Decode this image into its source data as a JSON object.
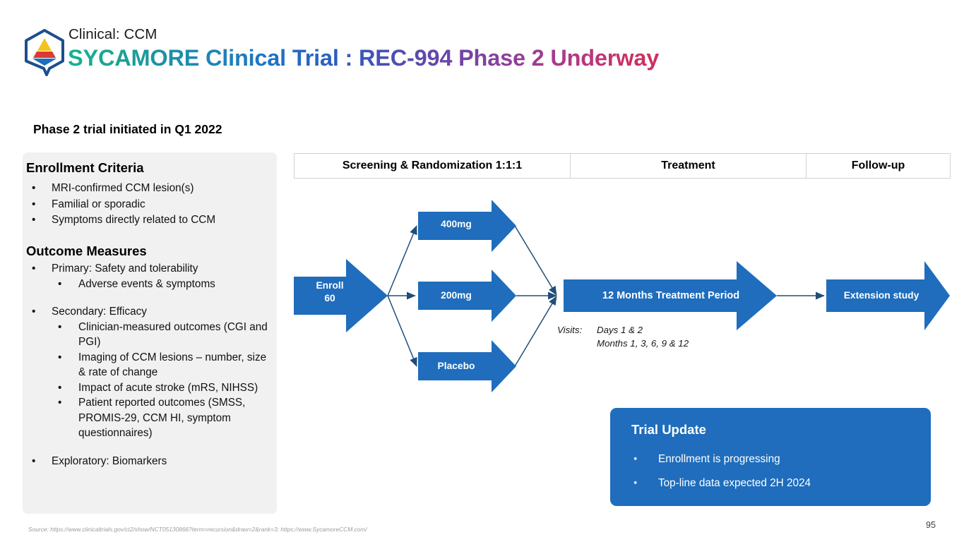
{
  "header": {
    "logo_icon": "sycamore-hexagon-pyramid-logo",
    "eyebrow": "Clinical: CCM",
    "headline": "SYCAMORE Clinical Trial : REC-994 Phase 2 Underway"
  },
  "subhead": "Phase 2 trial initiated in Q1 2022",
  "left_panel": {
    "enrollment": {
      "title": "Enrollment Criteria",
      "items": [
        "MRI-confirmed CCM lesion(s)",
        "Familial or sporadic",
        "Symptoms directly related to CCM"
      ]
    },
    "outcomes": {
      "title": "Outcome Measures",
      "primary": {
        "label": "Primary: Safety and tolerability",
        "sub": [
          "Adverse events & symptoms"
        ]
      },
      "secondary": {
        "label": "Secondary: Efficacy",
        "sub": [
          "Clinician-measured outcomes (CGI and PGI)",
          "Imaging of CCM lesions – number, size & rate of change",
          "Impact of acute stroke (mRS, NIHSS)",
          "Patient reported outcomes (SMSS, PROMIS-29, CCM HI, symptom questionnaires)"
        ]
      },
      "exploratory": {
        "label": "Exploratory: Biomarkers"
      }
    },
    "bullet_glyph": "•"
  },
  "phase_header": {
    "columns": [
      "Screening & Randomization 1:1:1",
      "Treatment",
      "Follow-up"
    ]
  },
  "flow": {
    "enroll": "Enroll\n60",
    "enroll_line1": "Enroll",
    "enroll_line2": "60",
    "arms": [
      "400mg",
      "200mg",
      "Placebo"
    ],
    "treatment": "12 Months Treatment Period",
    "extension": "Extension study",
    "visits": {
      "label": "Visits:",
      "lines": [
        "Days 1 & 2",
        "Months 1, 3, 6, 9 & 12"
      ]
    },
    "arrow_color": "#1f6dbc",
    "connector_color": "#1f4e79"
  },
  "trial_update": {
    "title": "Trial Update",
    "items": [
      "Enrollment is progressing",
      "Top-line data expected 2H 2024"
    ],
    "bullet_glyph": "•",
    "background": "#1f6dbc"
  },
  "footer": {
    "source": "Source: https://www.clinicaltrials.gov/ct2/show/NCT05130866?term=recursion&draw=2&rank=3; https://www.SycamoreCCM.com/",
    "page_number": "95"
  },
  "colors": {
    "panel_bg": "#f1f1f1",
    "brand_blue": "#1f6dbc",
    "title_gradient_start": "#17b294",
    "title_gradient_end": "#cf2f5c"
  }
}
